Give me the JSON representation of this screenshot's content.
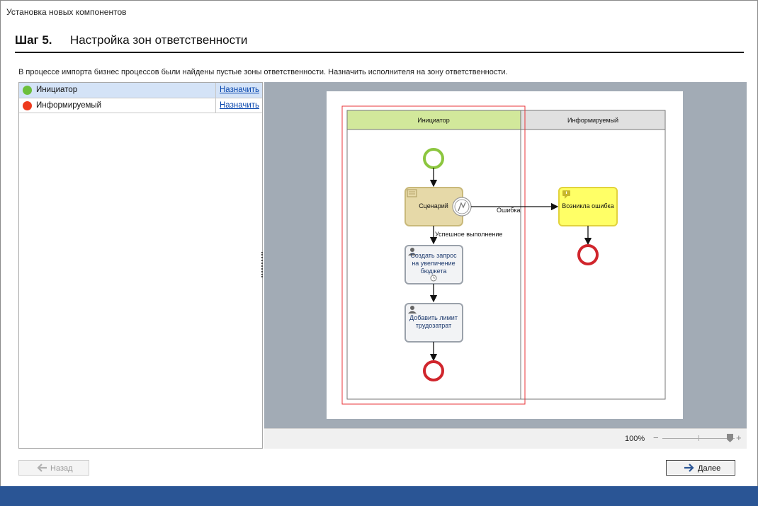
{
  "window": {
    "title": "Установка новых компонентов"
  },
  "step": {
    "number": "Шаг 5.",
    "title": "Настройка зон ответственности"
  },
  "description": "В процессе импорта бизнес процессов были найдены пустые зоны ответственности. Назначить исполнителя на зону ответственности.",
  "lanes": [
    {
      "name": "Инициатор",
      "status_color": "#6cbf3c",
      "action": "Назначить"
    },
    {
      "name": "Информируемый",
      "status_color": "#ee3a1d",
      "action": "Назначить"
    }
  ],
  "diagram": {
    "pools": [
      "Инициатор",
      "Информируемый"
    ],
    "nodes": {
      "script": "Сценарий",
      "task1": [
        "Создать запрос",
        "на увеличение",
        "бюджета"
      ],
      "task2": [
        "Добавить лимит",
        "трудозатрат"
      ],
      "error": "Возникла ошибка"
    },
    "flows": {
      "error": "Ошибка",
      "success": "Успешное выполнение"
    },
    "colors": {
      "start": "#8cc63f",
      "end": "#d0252c",
      "script_fill": "#e6d9a8",
      "error_fill": "#ffff66",
      "lane_active": "#d2e89b",
      "selection": "#e8363a"
    }
  },
  "zoom": {
    "value": "100%",
    "minus": "−",
    "plus": "+",
    "level_percent": 100
  },
  "buttons": {
    "back": "Назад",
    "next": "Далее"
  }
}
